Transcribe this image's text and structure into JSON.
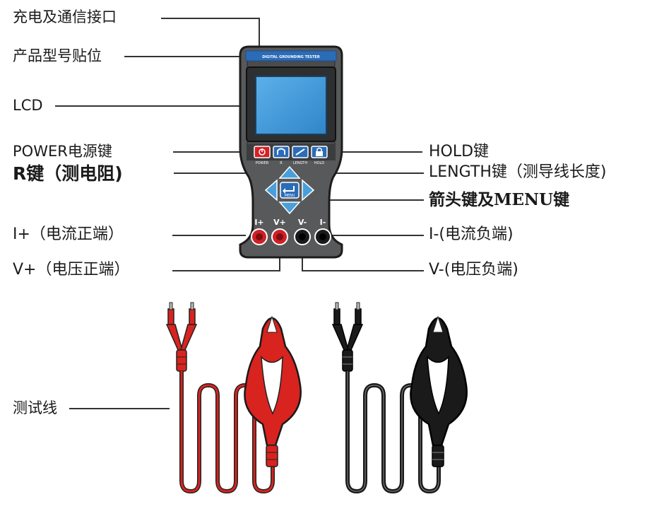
{
  "labels": {
    "charge_port": "充电及通信接口",
    "model_sticker": "产品型号贴位",
    "lcd": "LCD",
    "power_key": "POWER电源键",
    "r_key": "R键（测电阻)",
    "hold_key": "HOLD键",
    "length_key": "LENGTH键（测导线长度)",
    "arrow_menu_key": "箭头键及MENU键",
    "i_plus": "I+（电流正端）",
    "i_minus": "I-(电流负端)",
    "v_plus": "V+（电压正端）",
    "v_minus": "V-(电压负端)",
    "test_leads": "测试线"
  },
  "device": {
    "sticker_text": "DIGITAL GROUNDING TESTER",
    "buttons": [
      "POWER",
      "R",
      "LENGTH",
      "HOLD"
    ],
    "menu_label": "MENU",
    "terminals": [
      "I+",
      "V+",
      "V-",
      "I-"
    ]
  },
  "colors": {
    "device_body": "#58595b",
    "device_outline": "#1c1c1c",
    "sticker_blue": "#2b6cb8",
    "lcd_blue": "#3d97d8",
    "arrow_blue": "#4a9fd9",
    "power_red": "#d42027",
    "lead_red": "#d8231f",
    "lead_black": "#1a1a1a"
  }
}
